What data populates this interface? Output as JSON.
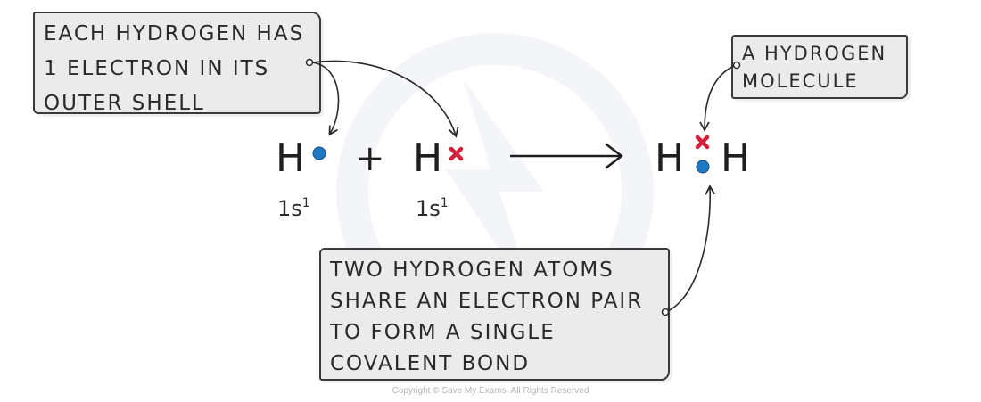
{
  "notes": {
    "each_hydrogen": [
      "EACH HYDROGEN HAS",
      "1 ELECTRON IN ITS",
      "OUTER SHELL"
    ],
    "hydrogen_molecule": [
      "A HYDROGEN",
      "MOLECULE"
    ],
    "two_hydrogen": [
      "TWO HYDROGEN ATOMS",
      "SHARE AN ELECTRON PAIR",
      "TO FORM A SINGLE",
      "COVALENT  BOND"
    ]
  },
  "equation": {
    "left_atom": "H",
    "plus": "+",
    "right_atom": "H",
    "product_left": "H",
    "product_right": "H",
    "config_left": "1s",
    "config_left_sup": "1",
    "config_right": "1s",
    "config_right_sup": "1"
  },
  "electrons": {
    "dot_color": "#1f78c1",
    "cross_color": "#d0213c"
  },
  "copyright": "Copyright © Save My Exams. All Rights Reserved"
}
